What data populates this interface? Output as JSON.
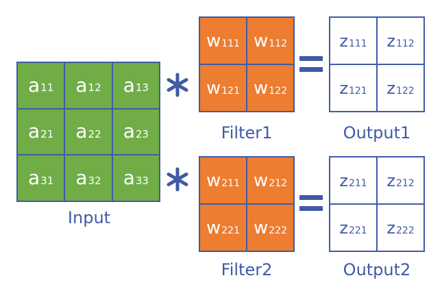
{
  "colors": {
    "input_fill": "#70ad47",
    "filter_fill": "#ed7d31",
    "output_fill": "#ffffff",
    "border": "#3f5aa6",
    "label": "#3f5aa6",
    "cell_text_light": "#ffffff"
  },
  "input": {
    "label": "Input",
    "cells": [
      [
        {
          "base": "a",
          "sub": "11"
        },
        {
          "base": "a",
          "sub": "12"
        },
        {
          "base": "a",
          "sub": "13"
        }
      ],
      [
        {
          "base": "a",
          "sub": "21"
        },
        {
          "base": "a",
          "sub": "22"
        },
        {
          "base": "a",
          "sub": "23"
        }
      ],
      [
        {
          "base": "a",
          "sub": "31"
        },
        {
          "base": "a",
          "sub": "32"
        },
        {
          "base": "a",
          "sub": "33"
        }
      ]
    ]
  },
  "filters": [
    {
      "label": "Filter1",
      "cells": [
        [
          {
            "base": "w",
            "sub": "111"
          },
          {
            "base": "w",
            "sub": "112"
          }
        ],
        [
          {
            "base": "w",
            "sub": "121"
          },
          {
            "base": "w",
            "sub": "122"
          }
        ]
      ]
    },
    {
      "label": "Filter2",
      "cells": [
        [
          {
            "base": "w",
            "sub": "211"
          },
          {
            "base": "w",
            "sub": "212"
          }
        ],
        [
          {
            "base": "w",
            "sub": "221"
          },
          {
            "base": "w",
            "sub": "222"
          }
        ]
      ]
    }
  ],
  "outputs": [
    {
      "label": "Output1",
      "cells": [
        [
          {
            "base": "z",
            "sub": "111"
          },
          {
            "base": "z",
            "sub": "112"
          }
        ],
        [
          {
            "base": "z",
            "sub": "121"
          },
          {
            "base": "z",
            "sub": "122"
          }
        ]
      ]
    },
    {
      "label": "Output2",
      "cells": [
        [
          {
            "base": "z",
            "sub": "211"
          },
          {
            "base": "z",
            "sub": "212"
          }
        ],
        [
          {
            "base": "z",
            "sub": "221"
          },
          {
            "base": "z",
            "sub": "222"
          }
        ]
      ]
    }
  ],
  "operators": {
    "convolution": "asterisk-icon",
    "equals": "equals-icon"
  }
}
